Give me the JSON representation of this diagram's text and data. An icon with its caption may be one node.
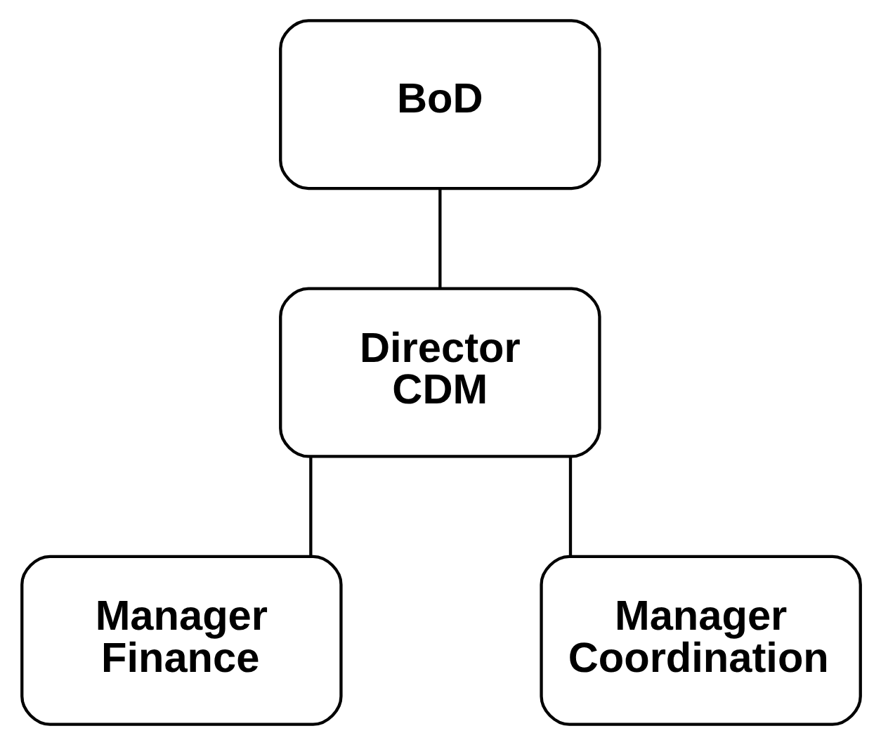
{
  "diagram": {
    "nodes": [
      {
        "text": [
          "BoD"
        ]
      },
      {
        "text": [
          "Director CDM"
        ]
      },
      {
        "text": [
          "Manager Finance"
        ]
      },
      {
        "text": [
          "Manager Coordination"
        ]
      }
    ],
    "edges": [
      {
        "from": 0,
        "to": 1,
        "arrow": "none"
      },
      {
        "from": 1,
        "to": 2,
        "arrow": "none"
      },
      {
        "from": 1,
        "to": 3,
        "arrow": "none"
      }
    ]
  }
}
